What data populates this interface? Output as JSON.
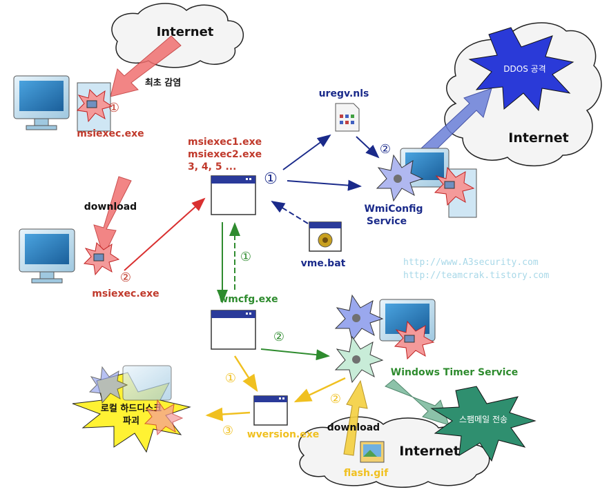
{
  "colors": {
    "red": "#c0392b",
    "navy": "#1a2a8a",
    "green": "#2e8b2e",
    "yellow": "#f0c020",
    "teal_text": "#a8d8e8",
    "cloud_stroke": "#222222",
    "spam_fill": "#2f8f6f"
  },
  "clouds": {
    "top_left": "Internet",
    "right": "Internet",
    "bottom": "Internet"
  },
  "labels": {
    "first_infect": "최초 감염",
    "msiexec_1": "msiexec.exe",
    "msiexec_2": "msiexec.exe",
    "download_1": "download",
    "download_2": "download",
    "msiexec_list_1": "msiexec1.exe",
    "msiexec_list_2": "msiexec2.exe",
    "msiexec_list_3": "3, 4, 5 ...",
    "uregv": "uregv.nls",
    "vme": "vme.bat",
    "wmiconfig_1": "WmiConfig",
    "wmiconfig_2": "Service",
    "wmcfg": "wmcfg.exe",
    "wversion": "wversion.exe",
    "windows_timer": "Windows Timer Service",
    "flash": "flash.gif",
    "ddos": "DDOS 공격",
    "spam": "스팸메일 전송",
    "disk_1": "로컬 하드디스크",
    "disk_2": "파괴",
    "url_1": "http://www.A3security.com",
    "url_2": "http://teamcrak.tistory.com"
  },
  "steps": {
    "s1": "①",
    "s2": "②",
    "s3": "③"
  }
}
